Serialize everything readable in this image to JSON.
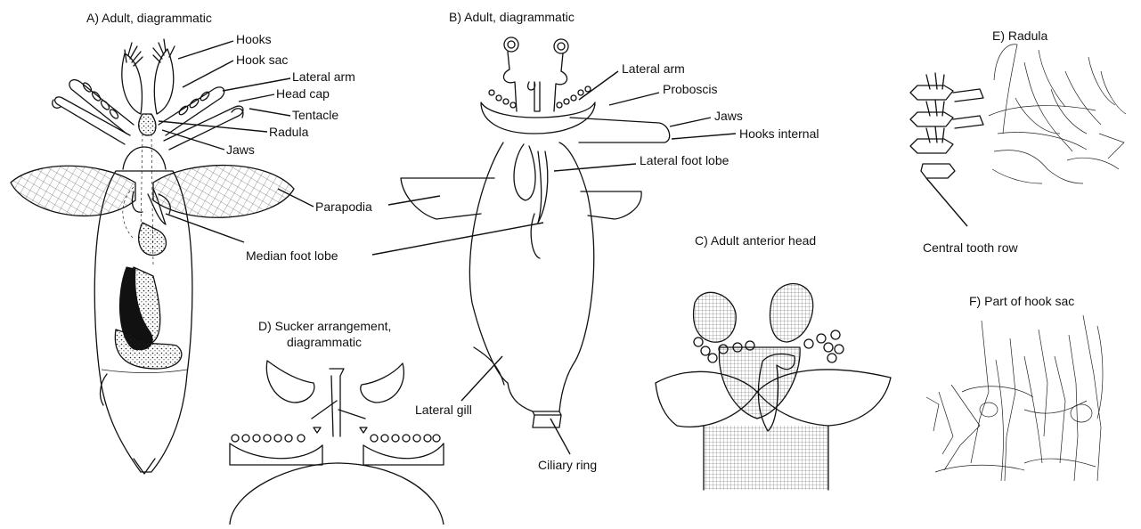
{
  "panels": {
    "a": {
      "title": "A) Adult, diagrammatic",
      "labels": {
        "hooks": "Hooks",
        "hook_sac": "Hook sac",
        "lateral_arm": "Lateral arm",
        "head_cap": "Head cap",
        "tentacle": "Tentacle",
        "radula": "Radula",
        "jaws": "Jaws",
        "parapodia": "Parapodia",
        "median_foot_lobe": "Median foot lobe"
      }
    },
    "b": {
      "title": "B) Adult, diagrammatic",
      "labels": {
        "lateral_arm": "Lateral arm",
        "proboscis": "Proboscis",
        "jaws": "Jaws",
        "hooks_internal": "Hooks internal",
        "lateral_foot_lobe": "Lateral foot lobe",
        "lateral_gill": "Lateral gill",
        "ciliary_ring": "Ciliary ring"
      }
    },
    "c": {
      "title": "C) Adult anterior head"
    },
    "d": {
      "title_line1": "D) Sucker arrangement,",
      "title_line2": "diagrammatic"
    },
    "e": {
      "title": "E) Radula",
      "labels": {
        "central_tooth_row": "Central tooth row"
      }
    },
    "f": {
      "title": "F) Part of hook sac"
    }
  }
}
